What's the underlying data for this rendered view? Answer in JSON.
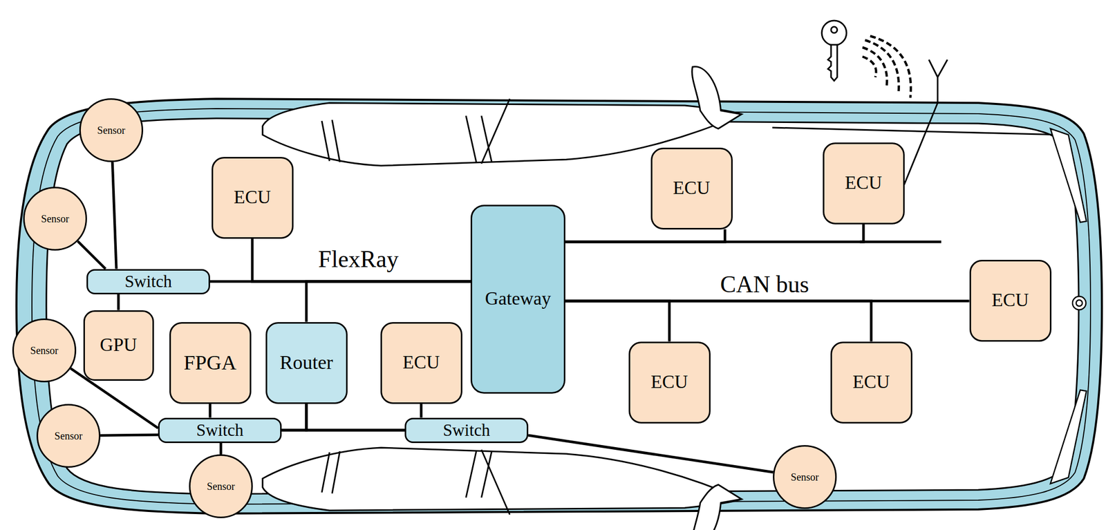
{
  "diagram": {
    "nodes": [
      {
        "text": [
          "Sensor"
        ]
      },
      {
        "text": [
          "ECU"
        ]
      },
      {
        "text": [
          "ECU"
        ]
      },
      {
        "text": [
          "ECU"
        ]
      },
      {
        "text": [
          "Sensor"
        ]
      },
      {
        "text": [
          "Switch"
        ]
      },
      {
        "text": [
          "Gateway"
        ]
      },
      {
        "text": [
          "ECU"
        ]
      },
      {
        "text": [
          "GPU"
        ]
      },
      {
        "text": [
          "Sensor"
        ]
      },
      {
        "text": [
          "FPGA"
        ]
      },
      {
        "text": [
          "Router"
        ]
      },
      {
        "text": [
          "ECU"
        ]
      },
      {
        "text": [
          "ECU"
        ]
      },
      {
        "text": [
          "ECU"
        ]
      },
      {
        "text": [
          "Switch"
        ]
      },
      {
        "text": [
          "Switch"
        ]
      },
      {
        "text": [
          "Sensor"
        ]
      },
      {
        "text": [
          "Sensor"
        ]
      },
      {
        "text": [
          "Sensor"
        ]
      }
    ],
    "edges": [
      {
        "from": 0,
        "to": 5,
        "arrow": "none"
      },
      {
        "from": 4,
        "to": 5,
        "arrow": "none"
      },
      {
        "from": 5,
        "to": 8,
        "arrow": "none"
      },
      {
        "from": 5,
        "to": 6,
        "arrow": "none"
      },
      {
        "from": 3,
        "to": 6,
        "arrow": "none"
      },
      {
        "from": 11,
        "to": 6,
        "arrow": "none"
      },
      {
        "from": 11,
        "to": 16,
        "arrow": "none"
      },
      {
        "from": 11,
        "to": 15,
        "arrow": "none"
      },
      {
        "from": 16,
        "to": 15,
        "arrow": "none"
      },
      {
        "from": 10,
        "to": 16,
        "arrow": "none"
      },
      {
        "from": 16,
        "to": 19,
        "arrow": "none"
      },
      {
        "from": 9,
        "to": 16,
        "arrow": "none"
      },
      {
        "from": 17,
        "to": 16,
        "arrow": "none"
      },
      {
        "from": 12,
        "to": 15,
        "arrow": "none"
      },
      {
        "from": 15,
        "to": 18,
        "arrow": "none"
      },
      {
        "from": 6,
        "to": 2,
        "arrow": "none"
      },
      {
        "from": 6,
        "to": 1,
        "arrow": "none"
      },
      {
        "from": 6,
        "to": 7,
        "arrow": "none"
      },
      {
        "from": 6,
        "to": 13,
        "arrow": "none"
      },
      {
        "from": 6,
        "to": 14,
        "arrow": "none"
      }
    ],
    "labels": [
      "FlexRay",
      "CAN bus"
    ]
  }
}
